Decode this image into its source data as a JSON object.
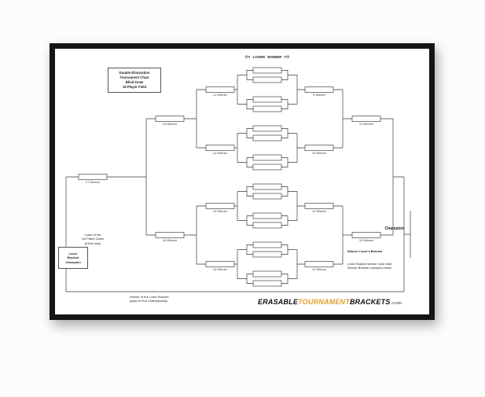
{
  "frame": {
    "border_color": "#151515"
  },
  "title_box": {
    "line1": "Double Elimination",
    "line2": "Tournament Chart",
    "line3": "Blind Draw",
    "line4": "16 Player Field"
  },
  "legend": {
    "left_arrow": "⇦",
    "loser": "LOSER",
    "winner": "WINNER",
    "right_arrow": "⇨"
  },
  "bracket": {
    "right_round2_labels": [
      "9 Winner",
      "10 Winner",
      "11 Winner",
      "12 Winner"
    ],
    "right_round3_labels": [
      "13 Winner",
      "14 Winner"
    ],
    "left_round2_labels": [
      "L1 Winner",
      "L2 Winner",
      "L3 Winner",
      "L4 Winner"
    ],
    "left_round3_labels": [
      "L5 Winner",
      "L6 Winner"
    ],
    "left_final_label": "L7 Winner",
    "champion_label": "Champion",
    "loser_bracket_champion": {
      "line1": "Loser",
      "line2": "Bracket",
      "line3": "Champion"
    }
  },
  "notes": {
    "left_mid": {
      "line1": "Loser of the",
      "line2": "1st Place Game",
      "line3": "(if first loss)"
    },
    "bottom_center": {
      "line1": "Winner of the Loser Bracket",
      "line2": "plays for the Championship"
    },
    "right_top": "Winner Loser's Bracket",
    "right_bottom": {
      "line1": "Loser Bracket winner must beat",
      "line2": "Winner Bracket champion twice"
    }
  },
  "logo": {
    "part1": "ERASABLE",
    "part2": "TOURNAMENT",
    "part3": "BRACKETS",
    "suffix": ".com",
    "accent_color": "#E19F2E"
  }
}
